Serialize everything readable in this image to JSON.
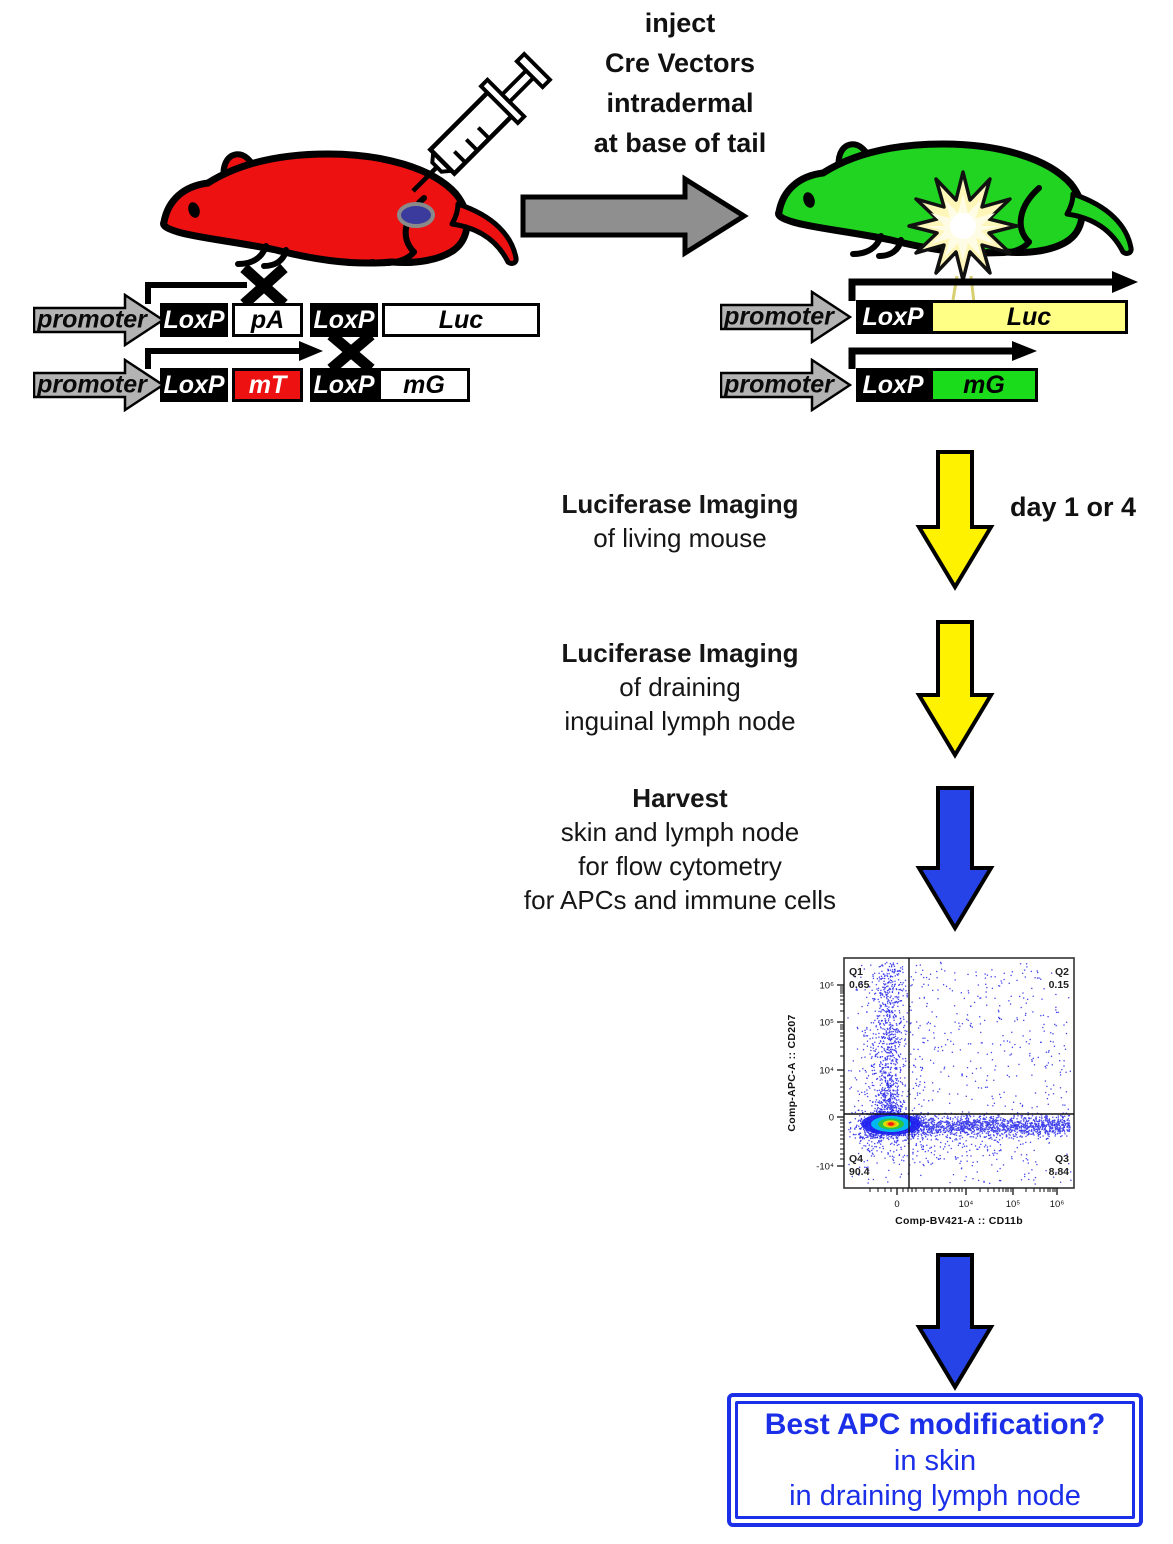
{
  "header": {
    "lines": [
      "inject",
      "Cre Vectors",
      "intradermal",
      "at base of tail"
    ]
  },
  "construct_labels": {
    "promoter": "promoter",
    "loxp": "LoxP",
    "pa": "pA",
    "luc": "Luc",
    "mt": "mT",
    "mg": "mG"
  },
  "steps": [
    {
      "title": "Luciferase Imaging",
      "lines": [
        "of living mouse"
      ],
      "note": "day 1 or 4"
    },
    {
      "title": "Luciferase Imaging",
      "lines": [
        "of draining",
        "inguinal lymph node"
      ]
    },
    {
      "title": "Harvest",
      "lines": [
        "skin and lymph node",
        "for flow cytometry",
        "for APCs and immune cells"
      ]
    }
  ],
  "conclusion": {
    "title": "Best APC modification?",
    "lines": [
      "in skin",
      "in draining lymph node"
    ]
  },
  "colors": {
    "mouse_red": "#ee1111",
    "mouse_green": "#22d422",
    "mt_red": "#ee1111",
    "mg_green": "#1bdc1b",
    "luc_yellow": "#ffff85",
    "promoter_gray": "#b3b3b3",
    "transition_gray": "#8f8f8f",
    "arrow_yellow": "#fff200",
    "arrow_blue": "#2543e6",
    "conclusion_blue": "#1b2fe8",
    "scatter_blue": "#1818e6",
    "injection_site_blue": "#3b3b9e",
    "star_yellow": "#fdf6b8"
  },
  "chart_data": {
    "type": "scatter",
    "x_label": "Comp-BV421-A :: CD11b",
    "y_label": "Comp-APC-A :: CD207",
    "x_ticks": [
      {
        "label": "0",
        "x": 119
      },
      {
        "label": "10⁴",
        "x": 188
      },
      {
        "label": "10⁵",
        "x": 235
      },
      {
        "label": "10⁶",
        "x": 279
      }
    ],
    "y_ticks": [
      {
        "label": "10⁶",
        "y": 37
      },
      {
        "label": "10⁵",
        "y": 74
      },
      {
        "label": "10⁴",
        "y": 122
      },
      {
        "label": "0",
        "y": 169
      },
      {
        "label": "-10⁴",
        "y": 218
      }
    ],
    "quadrants": [
      {
        "label": "Q1",
        "value": "0.65"
      },
      {
        "label": "Q2",
        "value": "0.15"
      },
      {
        "label": "Q3",
        "value": "8.84"
      },
      {
        "label": "Q4",
        "value": "90.4"
      }
    ],
    "axis_ranges": {
      "x": "biexponential -10³..10⁶",
      "y": "biexponential -10⁴..10⁶"
    },
    "gate_lines": {
      "vertical_x": 131,
      "horizontal_y": 166
    },
    "point_color": "#1818e6",
    "clusters": [
      {
        "name": "main-population",
        "kind": "gauss",
        "n": 1300,
        "cx": 113,
        "cy": 176,
        "sx": 12,
        "sy": 5
      },
      {
        "name": "cd11b-band",
        "kind": "bandx",
        "n": 1500,
        "x0": 131,
        "x1": 292,
        "pow": 1.0,
        "cy": 178,
        "sy": 5
      },
      {
        "name": "band-left",
        "kind": "gauss",
        "n": 400,
        "cx": 105,
        "cy": 181,
        "sx": 14,
        "sy": 7
      },
      {
        "name": "cd207-column",
        "kind": "coly",
        "n": 650,
        "cx": 110,
        "sx": 7,
        "y0": 15,
        "y1": 165,
        "pow": 1.6
      },
      {
        "name": "column-halo",
        "kind": "coly",
        "n": 300,
        "cx": 112,
        "sx": 18,
        "y0": 20,
        "y1": 165,
        "pow": 1.2
      },
      {
        "name": "diffuse",
        "kind": "uniform",
        "n": 420,
        "x0": 70,
        "x1": 293,
        "y0": 14,
        "y1": 236
      },
      {
        "name": "below-band",
        "kind": "bandx",
        "n": 240,
        "x0": 80,
        "x1": 250,
        "pow": 1.3,
        "cy": 198,
        "sy": 12
      },
      {
        "name": "upper-right-sparse",
        "kind": "uniform",
        "n": 130,
        "x0": 132,
        "x1": 290,
        "y0": 20,
        "y1": 160
      }
    ],
    "hotspot": {
      "cx": 113,
      "cy": 176,
      "rings": [
        [
          30,
          11,
          "#2020f0"
        ],
        [
          20,
          8,
          "#00c8f0"
        ],
        [
          13,
          5.5,
          "#30c830"
        ],
        [
          8,
          3.8,
          "#f0e000"
        ],
        [
          5,
          2.6,
          "#ff9800"
        ],
        [
          3,
          1.7,
          "#f01010"
        ]
      ]
    }
  }
}
